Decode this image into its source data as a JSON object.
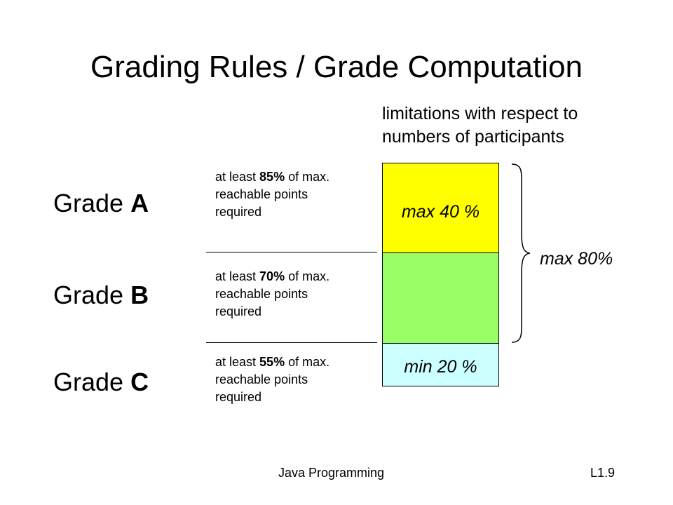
{
  "slide": {
    "title": "Grading Rules / Grade Computation",
    "limitations_line1": "limitations with respect to",
    "limitations_line2": "numbers of participants"
  },
  "grades": [
    {
      "prefix": "Grade ",
      "letter": "A",
      "req_pre": "at least ",
      "req_pct": "85%",
      "req_line1_post": " of max.",
      "req_line2": "reachable points",
      "req_line3": "required"
    },
    {
      "prefix": "Grade ",
      "letter": "B",
      "req_pre": "at least ",
      "req_pct": "70%",
      "req_line1_post": " of max.",
      "req_line2": "reachable points",
      "req_line3": "required"
    },
    {
      "prefix": "Grade ",
      "letter": "C",
      "req_pre": "at least ",
      "req_pct": "55%",
      "req_line1_post": " of max.",
      "req_line2": "reachable points",
      "req_line3": "required"
    }
  ],
  "boxes": {
    "a_label": "max 40 %",
    "c_label": "min 20 %",
    "a_color": "#ffff00",
    "b_color": "#99ff66",
    "c_color": "#ccffff"
  },
  "brace_label": "max 80%",
  "footer": {
    "left": "Java Programming",
    "right": "L1.9"
  }
}
